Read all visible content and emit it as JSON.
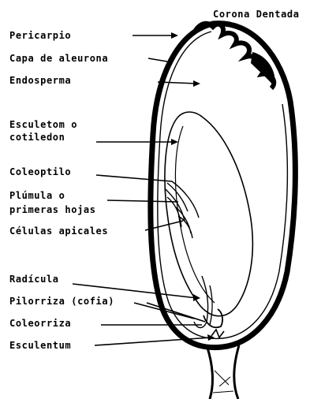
{
  "diagram": {
    "labels": {
      "corona": "Corona Dentada",
      "pericarpio": "Pericarpio",
      "aleurona": "Capa de aleurona",
      "endosperma": "Endosperma",
      "escutelo_1": "Esculetom o",
      "escutelo_2": "cotiledon",
      "coleoptilo": "Coleoptilo",
      "plumula_1": "Plúmula o",
      "plumula_2": "primeras hojas",
      "celulas": "Células apicales",
      "radicula": "Radícula",
      "pilorriza": "Pilorriza (cofia)",
      "coleorriza": "Coleorriza",
      "esculentum": "Esculentum"
    }
  }
}
